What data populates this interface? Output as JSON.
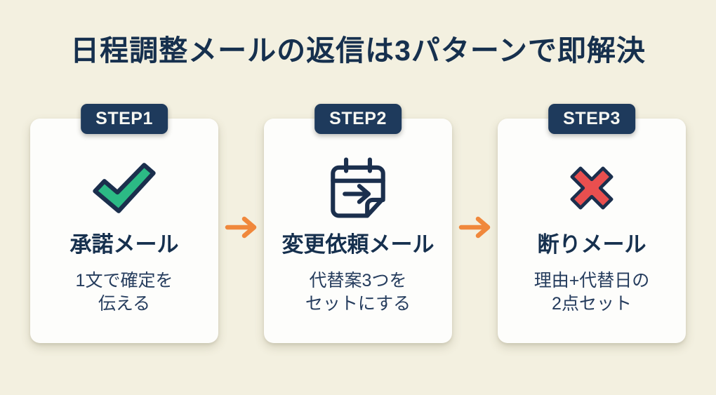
{
  "theme": {
    "bg": "#F3F0E0",
    "card-bg": "#FDFDFB",
    "navy": "#1E3A5C",
    "ink": "#1B2F4D",
    "title-color": "#16304E",
    "desc-color": "#253C5D",
    "green": "#2CBA85",
    "red": "#E94F4F",
    "orange": "#F0883C",
    "badge-text": "#F7F7F2"
  },
  "header": {
    "title": "日程調整メールの返信は3パターンで即解決"
  },
  "steps": [
    {
      "badge": "STEP1",
      "icon": "check-icon",
      "title": "承諾メール",
      "description": "1文で確定を\n伝える"
    },
    {
      "badge": "STEP2",
      "icon": "calendar-forward-icon",
      "title": "変更依頼メール",
      "description": "代替案3つを\nセットにする"
    },
    {
      "badge": "STEP3",
      "icon": "cross-icon",
      "title": "断りメール",
      "description": "理由+代替日の\n2点セット"
    }
  ],
  "connectors": [
    {
      "icon": "arrow-right-icon"
    },
    {
      "icon": "arrow-right-icon"
    }
  ]
}
